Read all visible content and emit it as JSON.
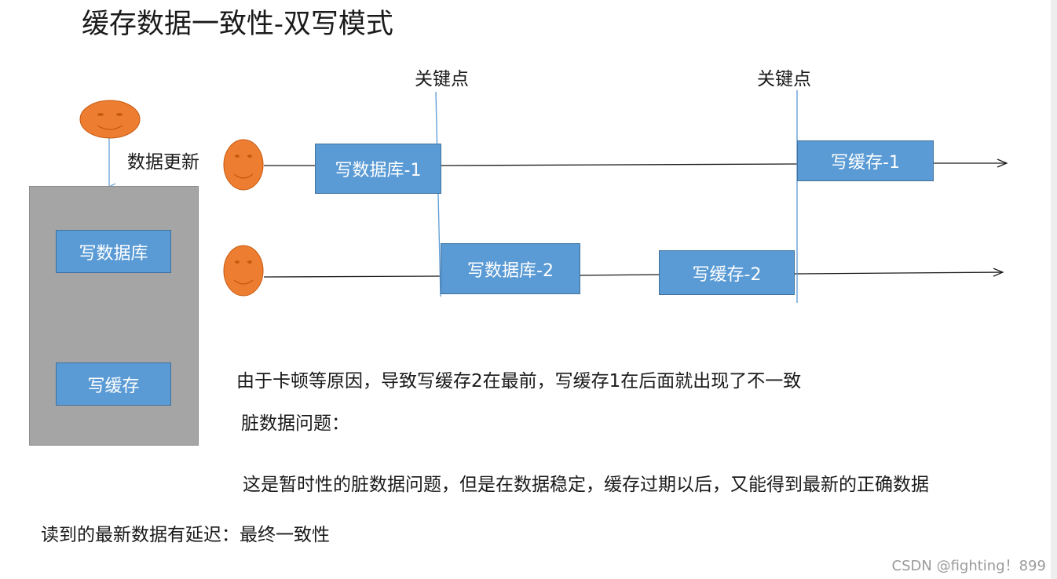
{
  "title": "缓存数据一致性-双写模式",
  "legend": {
    "update_label": "数据更新",
    "write_db_label": "写数据库",
    "write_cache_label": "写缓存"
  },
  "timeline": {
    "key_point_label": "关键点",
    "row1": {
      "write_db": "写数据库-1",
      "write_cache": "写缓存-1"
    },
    "row2": {
      "write_db": "写数据库-2",
      "write_cache": "写缓存-2"
    }
  },
  "notes": {
    "line1": "由于卡顿等原因，导致写缓存2在最前，写缓存1在后面就出现了不一致",
    "line2": "脏数据问题：",
    "line3": "这是暂时性的脏数据问题，但是在数据稳定，缓存过期以后，又能得到最新的正确数据",
    "line4": "读到的最新数据有延迟：最终一致性"
  },
  "watermark": "CSDN @fighting！899",
  "colors": {
    "face": "#ed7d31",
    "box": "#5b9bd5",
    "panel": "#a5a5a5",
    "key_line": "#5b9bd5"
  }
}
